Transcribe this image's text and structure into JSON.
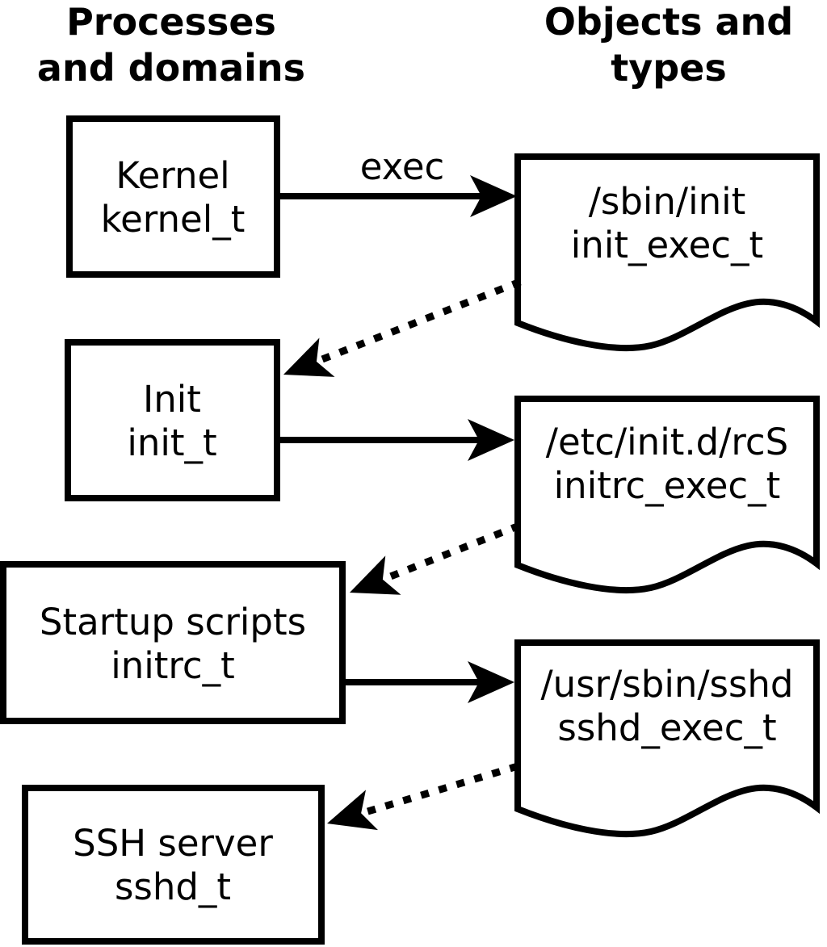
{
  "columns": {
    "left_title_line1": "Processes",
    "left_title_line2": "and domains",
    "right_title_line1": "Objects and",
    "right_title_line2": "types"
  },
  "processes": [
    {
      "label": "Kernel",
      "domain": "kernel_t"
    },
    {
      "label": "Init",
      "domain": "init_t"
    },
    {
      "label": "Startup scripts",
      "domain": "initrc_t"
    },
    {
      "label": "SSH server",
      "domain": "sshd_t"
    }
  ],
  "objects": [
    {
      "path": "/sbin/init",
      "type": "init_exec_t"
    },
    {
      "path": "/etc/init.d/rcS",
      "type": "initrc_exec_t"
    },
    {
      "path": "/usr/sbin/sshd",
      "type": "sshd_exec_t"
    }
  ],
  "arrows": {
    "exec_label": "exec"
  },
  "colors": {
    "line": "#000000",
    "fill": "#ffffff"
  }
}
